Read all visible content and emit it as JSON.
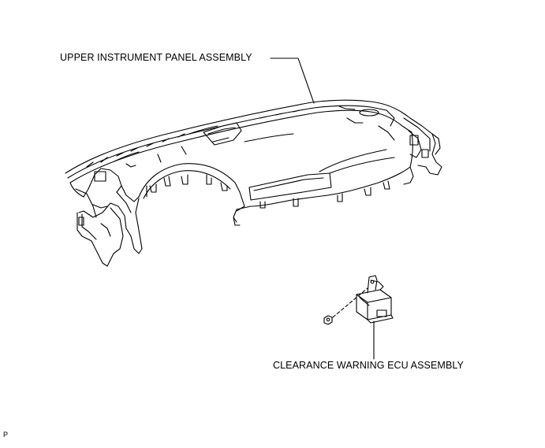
{
  "labels": {
    "upper_instrument_panel": "UPPER INSTRUMENT PANEL ASSEMBLY",
    "clearance_warning_ecu": "CLEARANCE WARNING ECU ASSEMBLY",
    "figure_id": "P"
  },
  "colors": {
    "line": "#000000",
    "background": "#ffffff"
  }
}
